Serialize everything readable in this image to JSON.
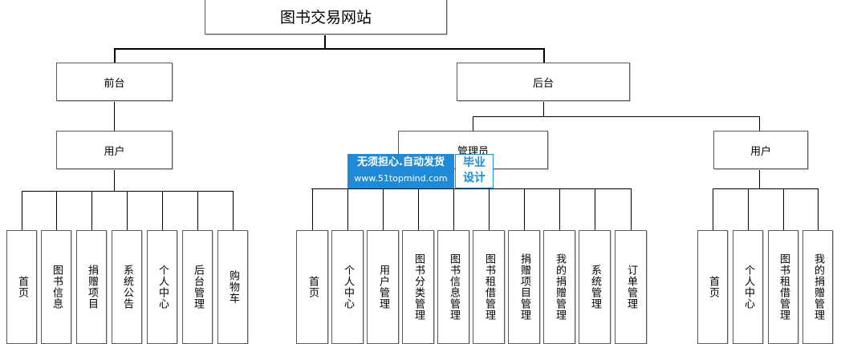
{
  "diagram": {
    "root": "图书交易网站",
    "front": "前台",
    "back": "后台",
    "front_user": "用户",
    "admin": "管理员",
    "back_user": "用户",
    "front_user_items": [
      "首页",
      "图书信息",
      "捐赠项目",
      "系统公告",
      "个人中心",
      "后台管理",
      "购物车"
    ],
    "admin_items": [
      "首页",
      "个人中心",
      "用户管理",
      "图书分类管理",
      "图书信息管理",
      "图书租借管理",
      "捐赠项目管理",
      "我的捐赠管理",
      "系统管理",
      "订单管理"
    ],
    "back_user_items": [
      "首页",
      "个人中心",
      "图书租借管理",
      "我的捐赠管理"
    ]
  },
  "watermark": {
    "line1": "无须担心.自动发货",
    "line2": "www.51topmind.com",
    "badge_line1": "毕业",
    "badge_line2": "设计",
    "color": "#1e8ad8"
  }
}
